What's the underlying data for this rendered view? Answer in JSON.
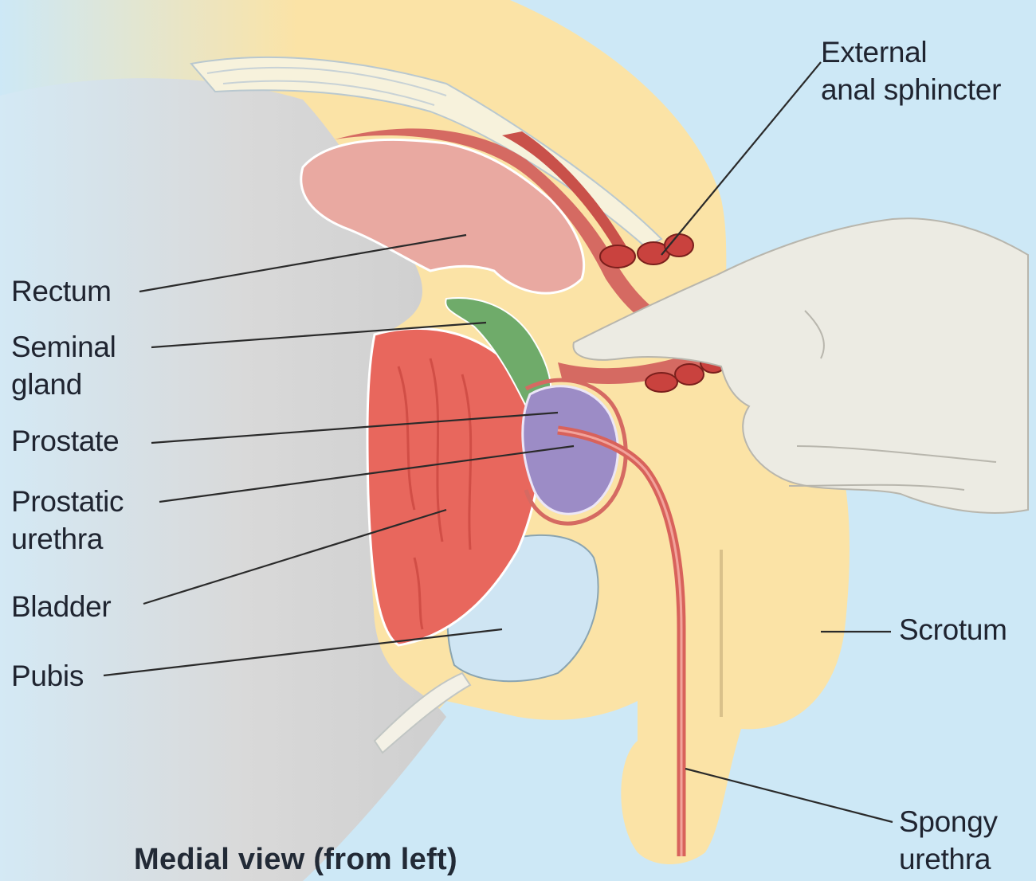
{
  "caption": "Medial view (from left)",
  "labels": {
    "external_anal_sphincter": [
      "External",
      "anal sphincter"
    ],
    "rectum": "Rectum",
    "seminal_gland": [
      "Seminal",
      "gland"
    ],
    "prostate": "Prostate",
    "prostatic_urethra": [
      "Prostatic",
      "urethra"
    ],
    "bladder": "Bladder",
    "pubis": "Pubis",
    "scrotum": "Scrotum",
    "spongy_urethra": [
      "Spongy",
      "urethra"
    ]
  },
  "colors": {
    "background": "#cde8f6",
    "body": "#fbe3a6",
    "rectum": "#e9a9a1",
    "rectum_wall": "#d56a62",
    "seminal_gland": "#6fab6a",
    "prostate": "#9c8cc6",
    "bladder": "#e8675d",
    "pubis": "#cfe5f3",
    "glove": "#ecebe3",
    "urethra": "#d8625b"
  }
}
